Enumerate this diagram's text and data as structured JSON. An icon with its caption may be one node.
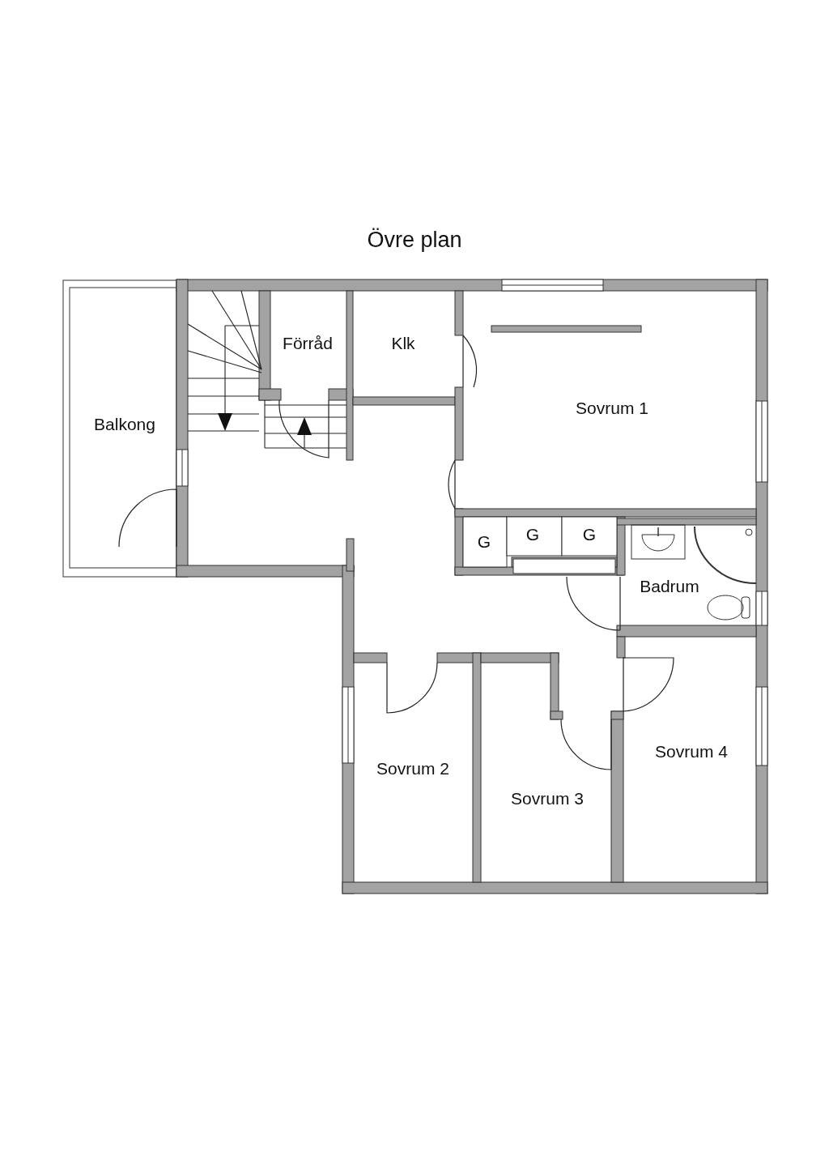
{
  "diagram": {
    "title": "Övre plan",
    "labels": [
      "Förråd",
      "Klk",
      "Sovrum 1",
      "Balkong",
      "G",
      "G",
      "G",
      "Badrum",
      "Sovrum 4",
      "Sovrum 2",
      "Sovrum 3"
    ]
  }
}
